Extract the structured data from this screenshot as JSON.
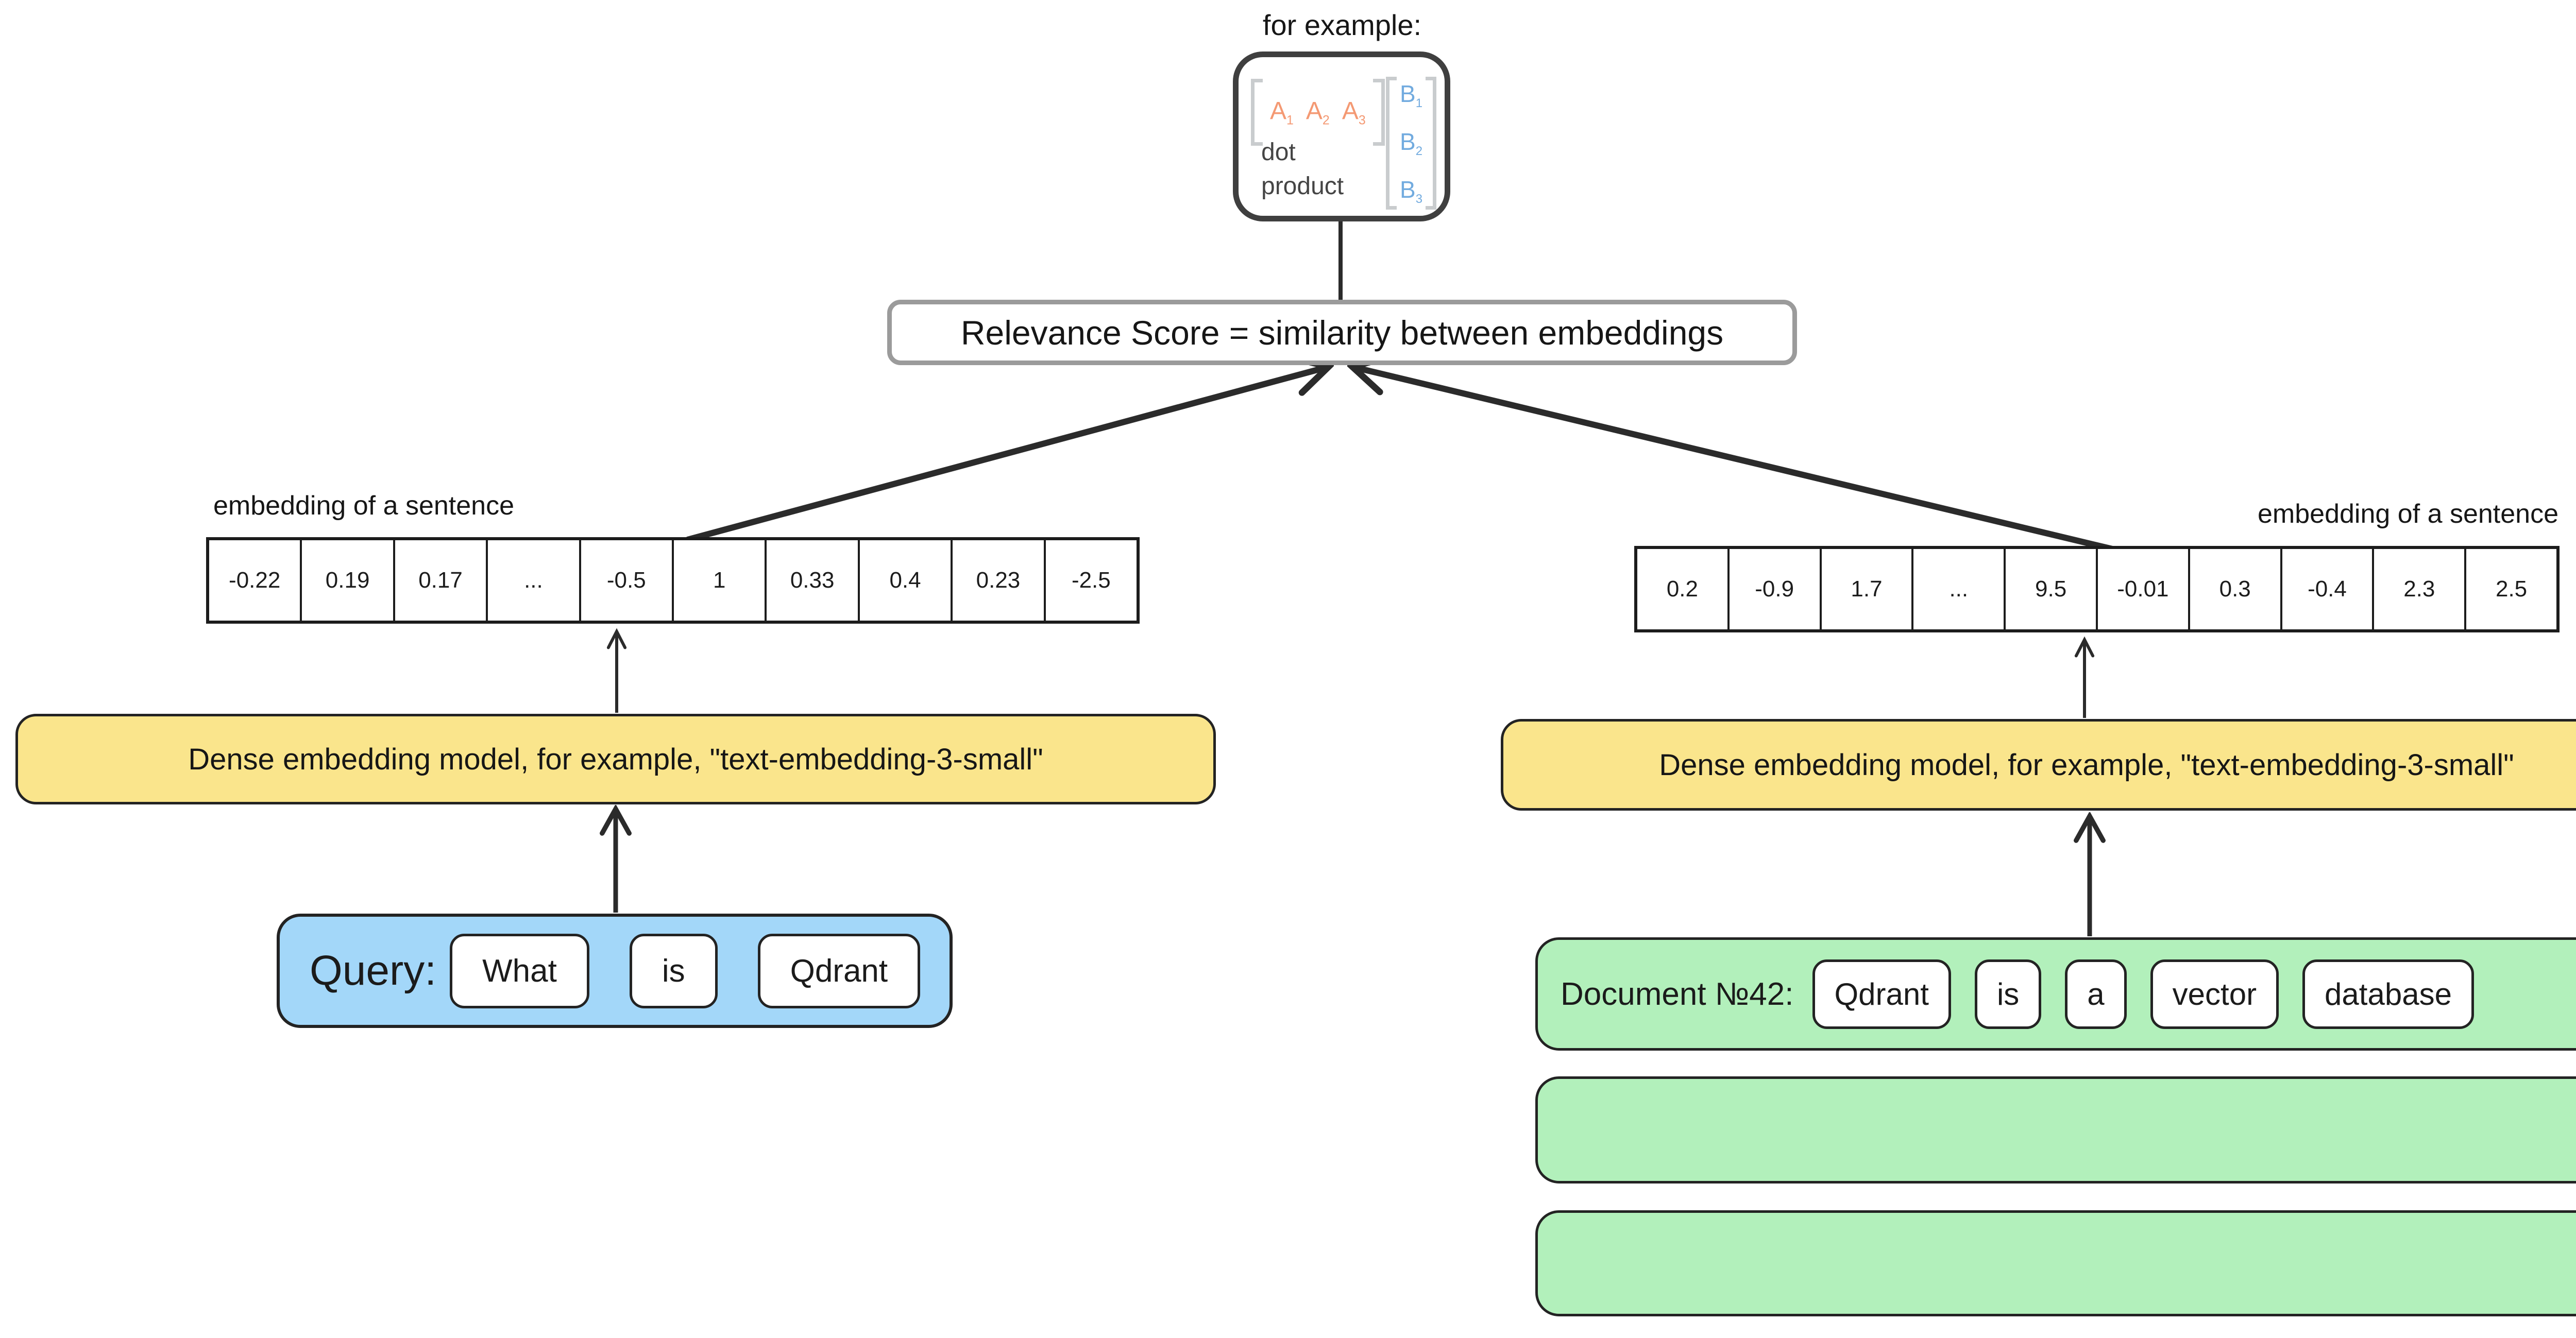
{
  "example": {
    "label": "for example:",
    "row_vector": [
      {
        "base": "A",
        "sub": "1"
      },
      {
        "base": "A",
        "sub": "2"
      },
      {
        "base": "A",
        "sub": "3"
      }
    ],
    "col_vector": [
      {
        "base": "B",
        "sub": "1"
      },
      {
        "base": "B",
        "sub": "2"
      },
      {
        "base": "B",
        "sub": "3"
      }
    ],
    "caption": "dot product"
  },
  "relevance_box": {
    "text": "Relevance Score = similarity between embeddings"
  },
  "left": {
    "embedding_label": "embedding of a sentence",
    "vector": [
      "-0.22",
      "0.19",
      "0.17",
      "...",
      "-0.5",
      "1",
      "0.33",
      "0.4",
      "0.23",
      "-2.5"
    ],
    "model_text": "Dense embedding model, for example, \"text-embedding-3-small\"",
    "query": {
      "label": "Query:",
      "tokens": [
        "What",
        "is",
        "Qdrant"
      ]
    }
  },
  "right": {
    "embedding_label": "embedding of a sentence",
    "vector": [
      "0.2",
      "-0.9",
      "1.7",
      "...",
      "9.5",
      "-0.01",
      "0.3",
      "-0.4",
      "2.3",
      "2.5"
    ],
    "model_text": "Dense embedding model, for example, \"text-embedding-3-small\"",
    "document": {
      "label": "Document №42:",
      "tokens": [
        "Qdrant",
        "is",
        "a",
        "vector",
        "database"
      ]
    }
  },
  "colors": {
    "model_yellow": "#fae58c",
    "query_blue": "#a3d7f9",
    "document_green": "#b2f0bb",
    "vector_a_orange": "#f49973",
    "vector_b_blue": "#72abdf",
    "relevance_border_gray": "#9b9b9b",
    "line_dark": "#2b2b2b"
  }
}
